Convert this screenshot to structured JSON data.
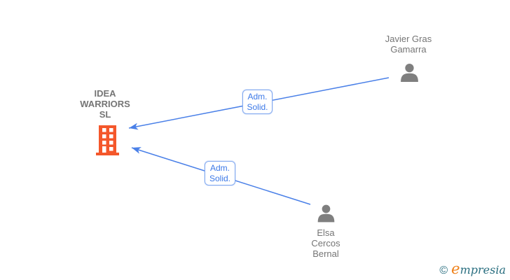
{
  "diagram": {
    "company": {
      "name": "IDEA WARRIORS SL",
      "icon": "building-icon",
      "icon_color": "#f4572b"
    },
    "people": [
      {
        "name": "Javier Gras Gamarra",
        "icon": "person-icon",
        "icon_color": "#7f7f7f"
      },
      {
        "name": "Elsa Cercos Bernal",
        "icon": "person-icon",
        "icon_color": "#7f7f7f"
      }
    ],
    "edges": [
      {
        "from": "Javier Gras Gamarra",
        "to": "IDEA WARRIORS SL",
        "line1": "Adm.",
        "line2": "Solid."
      },
      {
        "from": "Elsa Cercos Bernal",
        "to": "IDEA WARRIORS SL",
        "line1": "Adm.",
        "line2": "Solid."
      }
    ],
    "colors": {
      "edge_blue": "#4a80e8",
      "edge_label_text": "#3b78e7",
      "edge_label_border": "#85abf0",
      "node_text": "#757575",
      "building_orange": "#f4572b",
      "person_gray": "#7f7f7f"
    }
  },
  "footer": {
    "copyright_symbol": "©",
    "brand_first_letter": "e",
    "brand_rest": "mpresia",
    "brand_colors": {
      "first_letter": "#ef8018",
      "rest": "#2a6f80"
    }
  }
}
